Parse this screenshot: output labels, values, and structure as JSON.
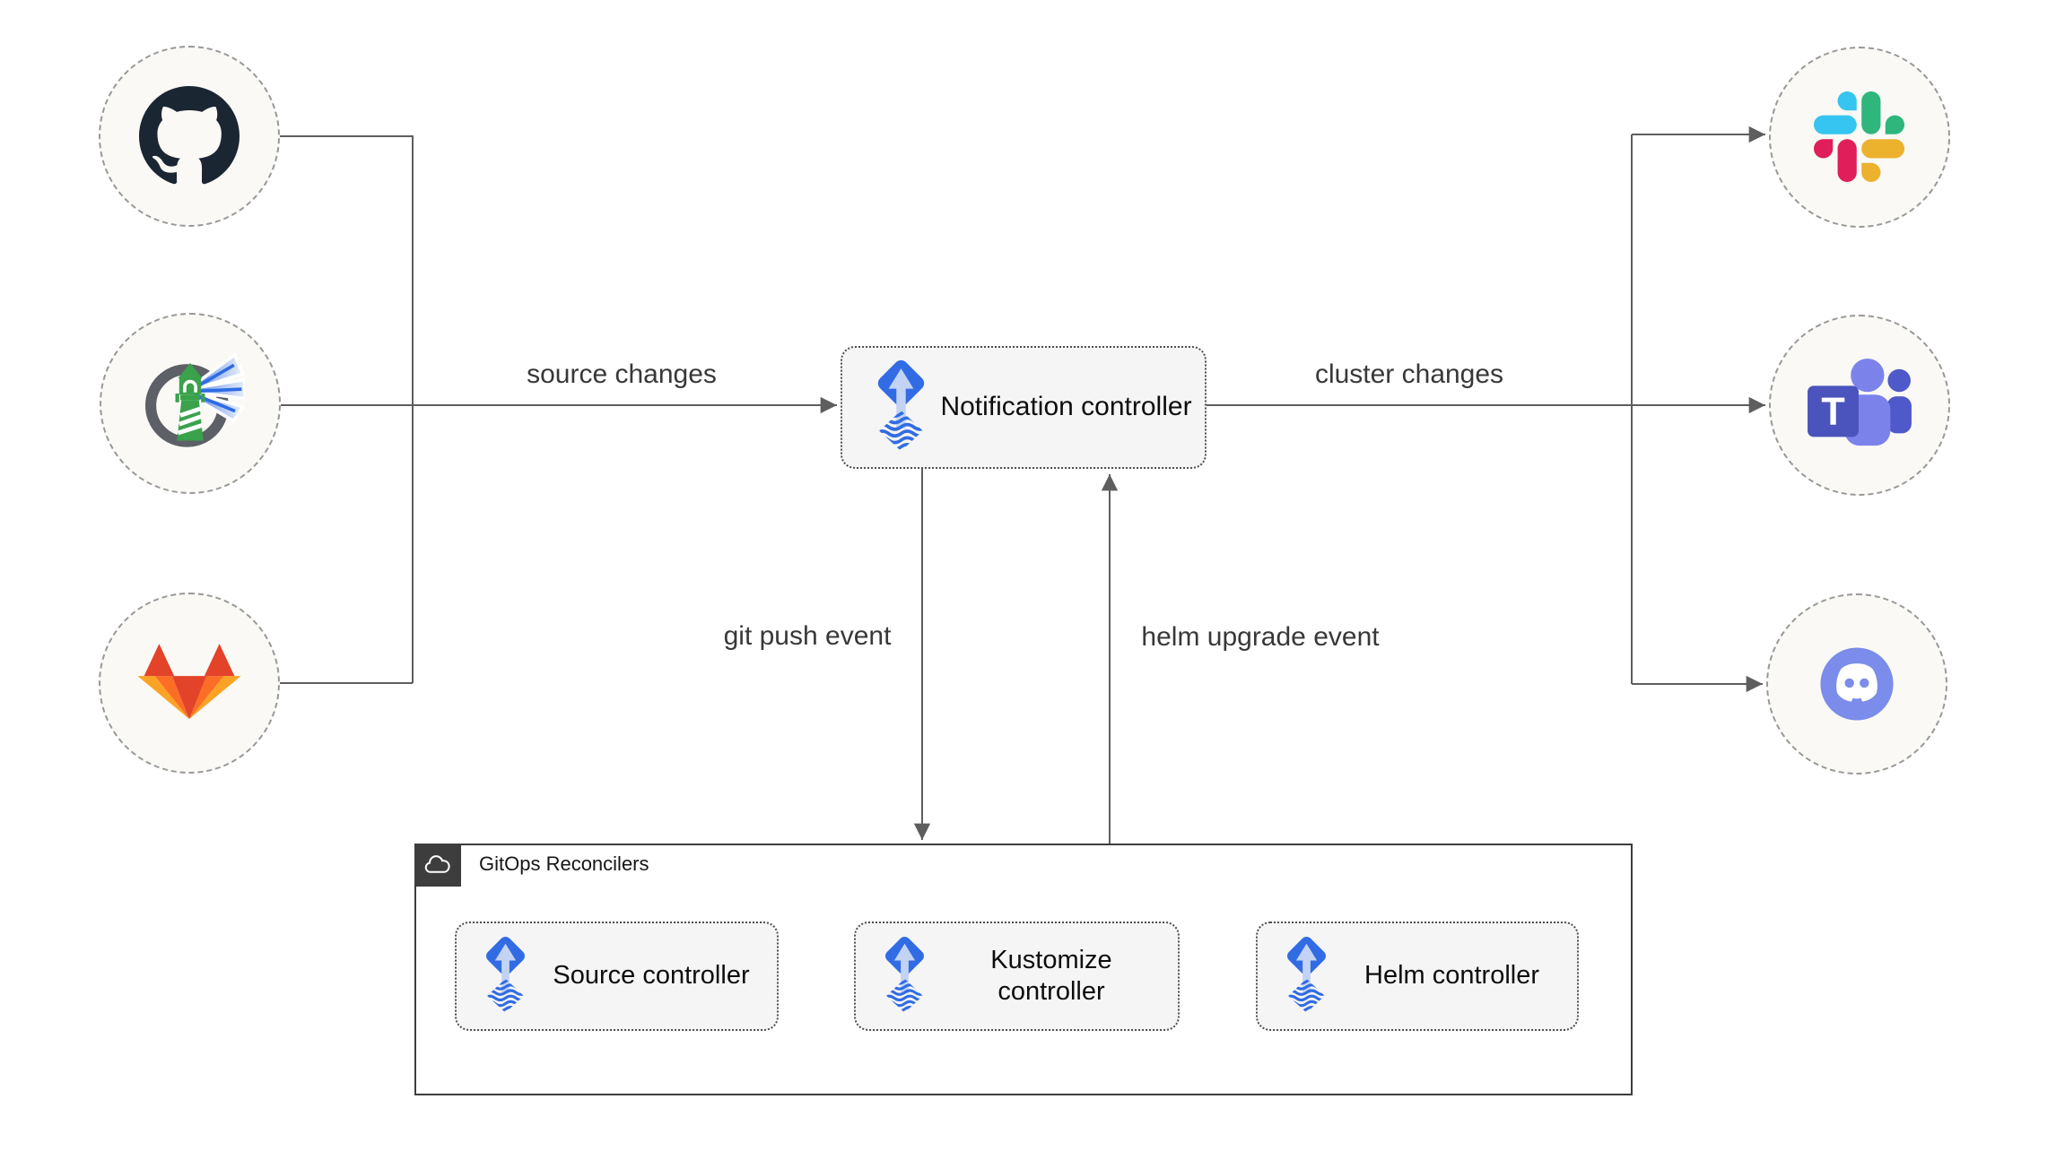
{
  "edges": {
    "source_changes": "source changes",
    "cluster_changes": "cluster changes",
    "git_push": "git push event",
    "helm_upgrade": "helm upgrade event"
  },
  "nodes": {
    "notification": {
      "label": "Notification controller",
      "icon": "flux-icon"
    },
    "source": {
      "label": "Source controller",
      "icon": "flux-icon"
    },
    "kustomize": {
      "label": "Kustomize controller",
      "icon": "flux-icon"
    },
    "helm": {
      "label": "Helm controller",
      "icon": "flux-icon"
    }
  },
  "group": {
    "label": "GitOps Reconcilers",
    "icon": "cloud-icon"
  },
  "endpoints": {
    "sources": [
      {
        "icon": "github-icon"
      },
      {
        "icon": "harbor-icon"
      },
      {
        "icon": "gitlab-icon"
      }
    ],
    "destinations": [
      {
        "icon": "slack-icon"
      },
      {
        "icon": "teams-icon"
      },
      {
        "icon": "discord-icon"
      }
    ]
  },
  "logos": {
    "teams_letter": "T"
  },
  "colors": {
    "flux_blue": "#316ce4",
    "flux_arrow_light": "#c2d3f4",
    "line_gray": "#5e5e5e",
    "node_fill": "#f5f5f5",
    "node_border": "#4f4f4f",
    "circle_fill": "#faf9f5",
    "circle_border": "#989898",
    "container_border": "#3d3d3d",
    "github_dark": "#1b2633",
    "gitlab_red": "#e24329",
    "gitlab_orange": "#fc6d26",
    "gitlab_amber": "#fca326",
    "harbor_gray": "#5d6066",
    "harbor_green": "#3aa24b",
    "slack_blue": "#36c5f0",
    "slack_green": "#2eb67d",
    "slack_yellow": "#ecb22e",
    "slack_red": "#e01e5a",
    "teams_purple": "#4b53bc",
    "teams_light": "#7b83eb",
    "teams_mid": "#5059c9",
    "discord_blurple": "#7b8cea"
  }
}
